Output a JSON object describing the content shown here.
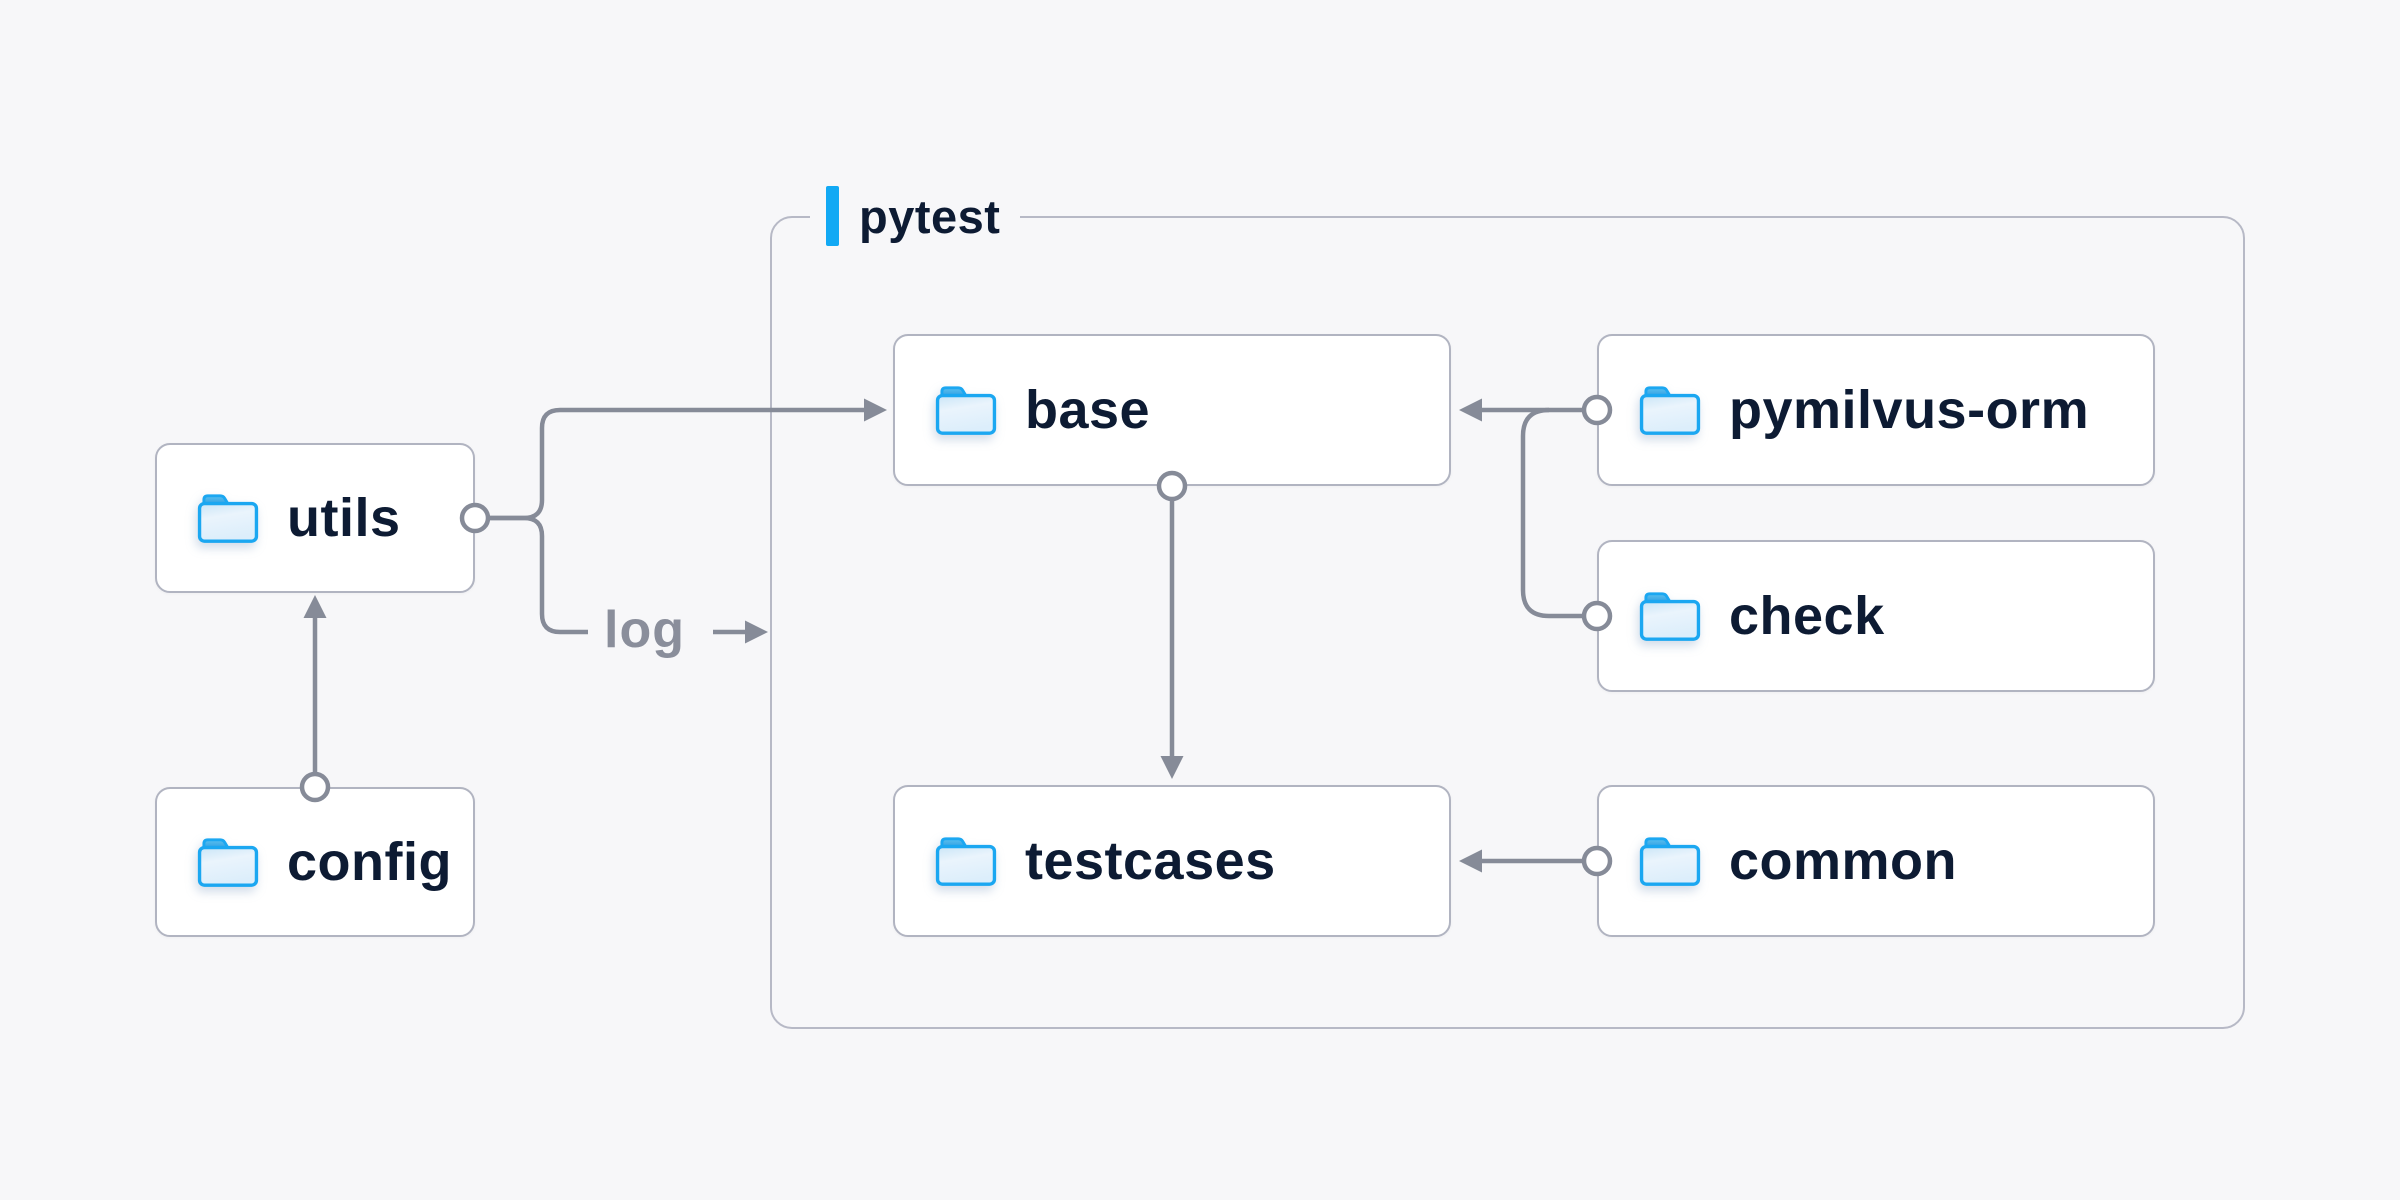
{
  "diagram": {
    "background_color": "#f7f7f9",
    "accent_color": "#12a9f4",
    "line_color": "#868b98",
    "text_color": "#0d1b33",
    "container": {
      "label": "pytest"
    },
    "nodes": {
      "utils": {
        "label": "utils",
        "icon": "folder-icon"
      },
      "config": {
        "label": "config",
        "icon": "folder-icon"
      },
      "base": {
        "label": "base",
        "icon": "folder-icon"
      },
      "pymilvus_orm": {
        "label": "pymilvus-orm",
        "icon": "folder-icon"
      },
      "check": {
        "label": "check",
        "icon": "folder-icon"
      },
      "testcases": {
        "label": "testcases",
        "icon": "folder-icon"
      },
      "common": {
        "label": "common",
        "icon": "folder-icon"
      }
    },
    "edges": [
      {
        "from": "config",
        "to": "utils"
      },
      {
        "from": "utils",
        "to": "base"
      },
      {
        "from": "utils",
        "to": "pytest-container",
        "label": "log"
      },
      {
        "from": "pymilvus-orm",
        "to": "base"
      },
      {
        "from": "check",
        "to": "base"
      },
      {
        "from": "base",
        "to": "testcases"
      },
      {
        "from": "common",
        "to": "testcases"
      }
    ]
  }
}
